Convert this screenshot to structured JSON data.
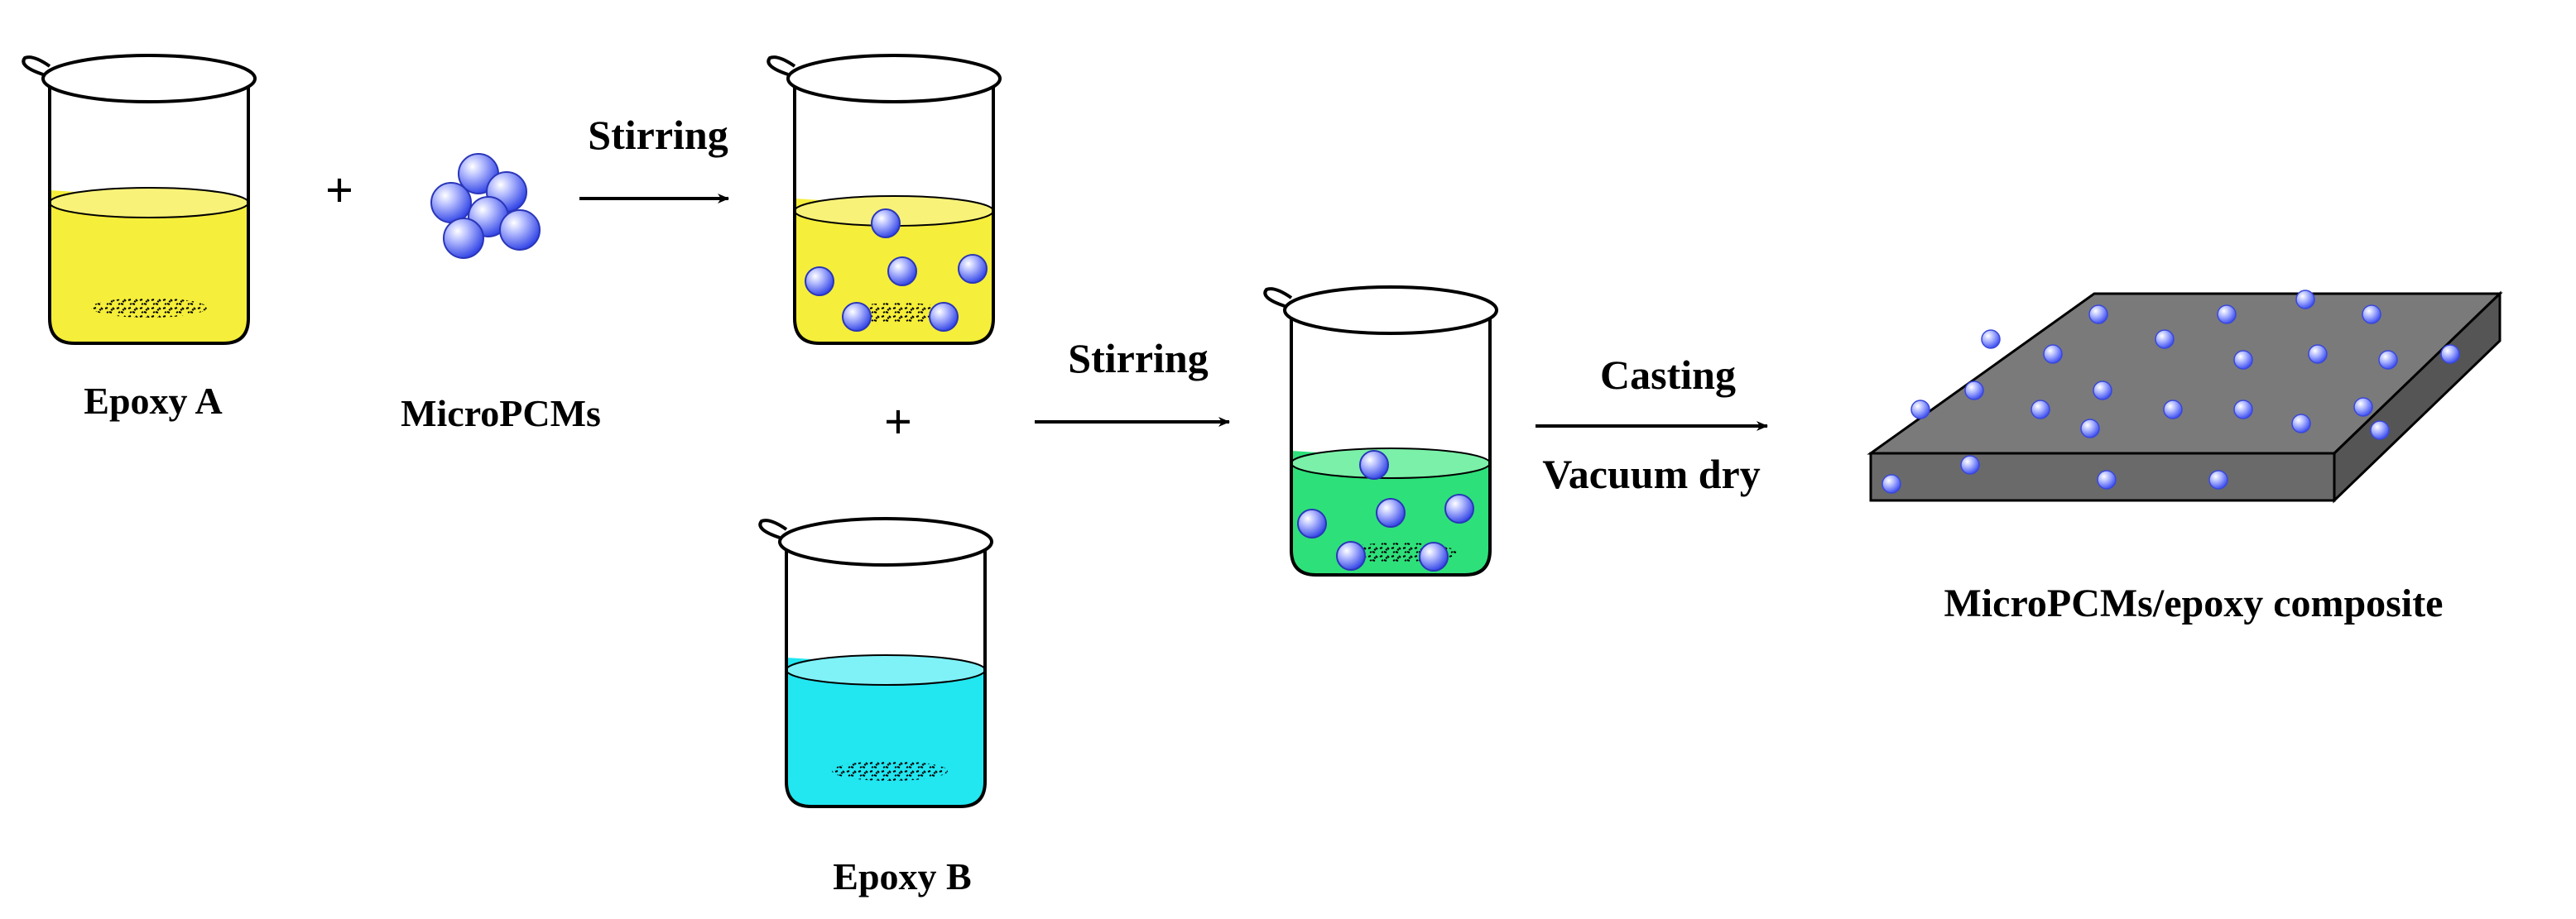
{
  "labels": {
    "epoxy_a": "Epoxy A",
    "micropcms": "MicroPCMs",
    "epoxy_b": "Epoxy B",
    "composite": "MicroPCMs/epoxy composite",
    "plus": "+"
  },
  "arrows": {
    "stirring_1": "Stirring",
    "stirring_2": "Stirring",
    "casting": "Casting",
    "vacuum_dry": "Vacuum dry"
  },
  "colors": {
    "epoxy_a_liquid": "#f5ee3a",
    "epoxy_b_liquid": "#22e6f0",
    "mixture_liquid": "#2ee07a",
    "sphere": "#4a5cf0",
    "composite_slab": "#7a7a7a"
  }
}
